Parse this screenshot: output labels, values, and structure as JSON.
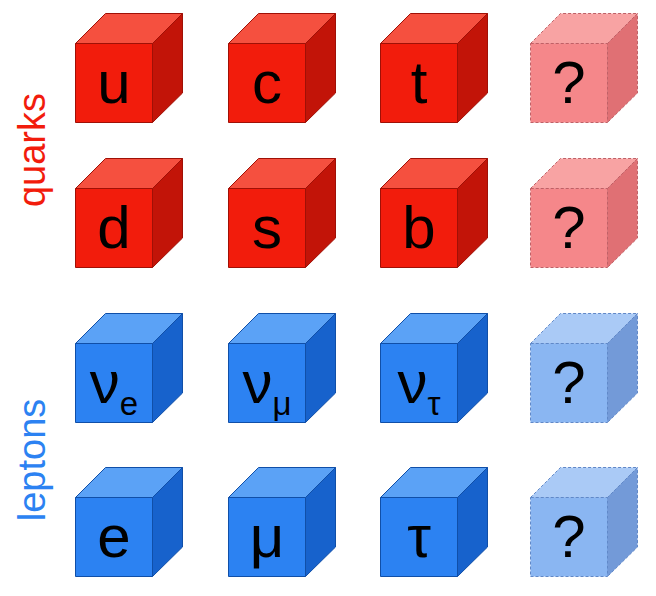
{
  "diagram": {
    "nodes": [
      {
        "text": [
          "u"
        ]
      },
      {
        "text": [
          "c"
        ]
      },
      {
        "text": [
          "t"
        ]
      },
      {
        "text": [
          "?"
        ]
      },
      {
        "text": [
          "d"
        ]
      },
      {
        "text": [
          "s"
        ]
      },
      {
        "text": [
          "b"
        ]
      },
      {
        "text": [
          "?"
        ]
      },
      {
        "text": [
          "νe"
        ]
      },
      {
        "text": [
          "νμ"
        ]
      },
      {
        "text": [
          "ντ"
        ]
      },
      {
        "text": [
          "?"
        ]
      },
      {
        "text": [
          "e"
        ]
      },
      {
        "text": [
          "μ"
        ]
      },
      {
        "text": [
          "τ"
        ]
      },
      {
        "text": [
          "?"
        ]
      }
    ],
    "labels": [
      "quarks",
      "leptons"
    ]
  }
}
